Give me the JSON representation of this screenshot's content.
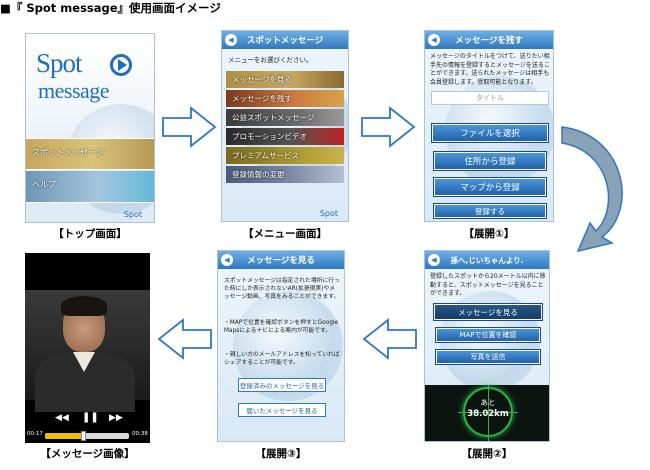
{
  "header_title": "■『 Spot message』使用画面イメージ",
  "screens": {
    "top": {
      "logo_line1": "Spot",
      "logo_line2": "message",
      "btn_spot": "スポットメッセージ",
      "btn_help": "ヘルプ",
      "footer_logo": "Spot",
      "caption": "【トップ画面】"
    },
    "menu": {
      "header": "スポットメッセージ",
      "instruction": "メニューをお選びください。",
      "items": [
        "メッセージを見る",
        "メッセージを残す",
        "公益スポットメッセージ",
        "プロモーションビデオ",
        "プレミアムサービス",
        "登録情報の変更"
      ],
      "footer_logo": "Spot",
      "caption": "【メニュー画面】"
    },
    "leave": {
      "header": "メッセージを残す",
      "description": "メッセージのタイトルをつけて、送りたい相手先の情報を登録するとメッセージを送ることができます。送られたメッセージは相手も会員登録します。受取可能となります。",
      "title_placeholder": "タイトル",
      "btn_file": "ファイルを選択",
      "btn_address": "住所から登録",
      "btn_map": "マップから登録",
      "btn_register": "登録する",
      "caption": "【展開①】"
    },
    "nearby": {
      "header": "孫へ,じいちゃんより.",
      "description": "登録したスポットから20メートル以内に移動すると、スポットメッセージを見ることができます。",
      "btn_view": "メッセージを見る",
      "btn_map": "MAPで位置を確認",
      "btn_send": "写真を送信",
      "radar_label": "あと",
      "radar_distance": "38.02km",
      "caption": "【展開②】"
    },
    "view": {
      "header": "メッセージを見る",
      "paragraph1": "スポットメッセージは指定された場所に行った時にしか表示されないAR(拡張現実)やメッセージ動画、写真をみることができます。",
      "paragraph2": "・MAPで位置を確認ボタンを押すとGoogle Mapsによるナビによる案内が可能です。",
      "paragraph3": "・親しい方のメールアドレスを知っていればシェアすることが可能です。",
      "btn_registered": "登録済みのメッセージを見る",
      "btn_received": "届いたメッセージを見る",
      "caption": "【展開③】"
    },
    "video": {
      "time_current": "00:17",
      "time_total": "00:38",
      "progress": 0.45,
      "caption": "【メッセージ画像】"
    }
  }
}
